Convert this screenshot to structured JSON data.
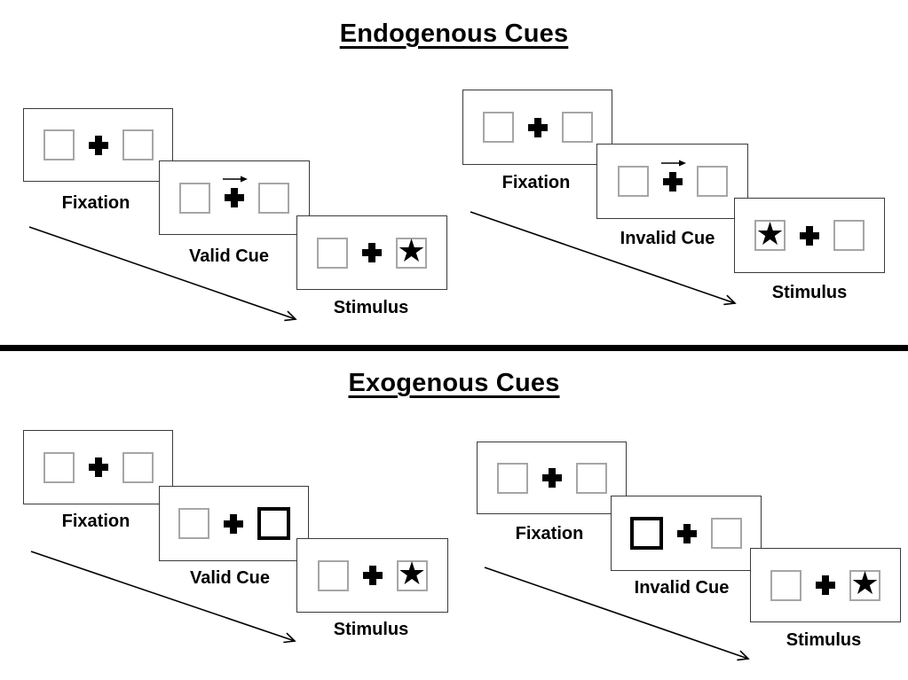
{
  "colors": {
    "background": "#ffffff",
    "ink": "#000000",
    "panel_border": "#3a3a3a",
    "placeholder_box_border": "#a6a6a6",
    "cue_highlight_border": "#000000"
  },
  "symbols": {
    "star": "★"
  },
  "sections": [
    {
      "title": "Endogenous Cues",
      "sequences": [
        {
          "name": "valid",
          "panels": [
            {
              "label": "Fixation",
              "center": "fixation-cross",
              "left_box": "empty",
              "right_box": "empty"
            },
            {
              "label": "Valid Cue",
              "center": "fixation-cross",
              "cue": "arrow-pointing-right",
              "left_box": "empty",
              "right_box": "empty"
            },
            {
              "label": "Stimulus",
              "center": "fixation-cross",
              "left_box": "empty",
              "right_box": "star"
            }
          ]
        },
        {
          "name": "invalid",
          "panels": [
            {
              "label": "Fixation",
              "center": "fixation-cross",
              "left_box": "empty",
              "right_box": "empty"
            },
            {
              "label": "Invalid Cue",
              "center": "fixation-cross",
              "cue": "arrow-pointing-right",
              "left_box": "empty",
              "right_box": "empty"
            },
            {
              "label": "Stimulus",
              "center": "fixation-cross",
              "left_box": "star",
              "right_box": "empty"
            }
          ]
        }
      ]
    },
    {
      "title": "Exogenous Cues",
      "sequences": [
        {
          "name": "valid",
          "panels": [
            {
              "label": "Fixation",
              "center": "fixation-cross",
              "left_box": "empty",
              "right_box": "empty"
            },
            {
              "label": "Valid Cue",
              "center": "fixation-cross",
              "cue": "right-box-highlighted",
              "left_box": "empty",
              "right_box": "highlighted"
            },
            {
              "label": "Stimulus",
              "center": "fixation-cross",
              "left_box": "empty",
              "right_box": "star"
            }
          ]
        },
        {
          "name": "invalid",
          "panels": [
            {
              "label": "Fixation",
              "center": "fixation-cross",
              "left_box": "empty",
              "right_box": "empty"
            },
            {
              "label": "Invalid Cue",
              "center": "fixation-cross",
              "cue": "left-box-highlighted",
              "left_box": "highlighted",
              "right_box": "empty"
            },
            {
              "label": "Stimulus",
              "center": "fixation-cross",
              "left_box": "empty",
              "right_box": "star"
            }
          ]
        }
      ]
    }
  ]
}
